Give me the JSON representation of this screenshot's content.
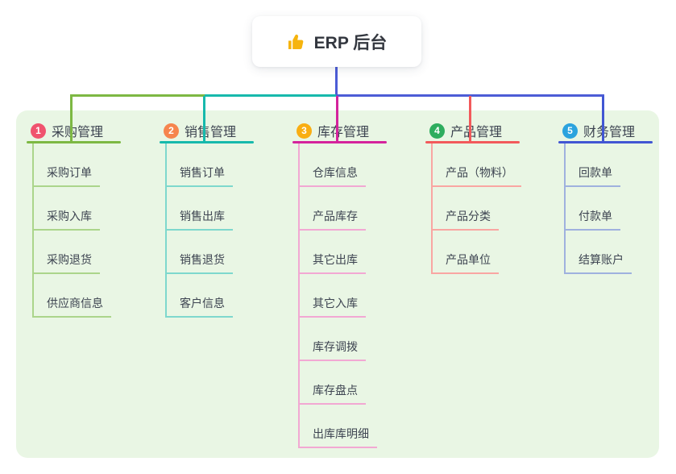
{
  "root": {
    "label": "ERP 后台",
    "icon": "thumbs-up-icon",
    "icon_color": "#f6b40e"
  },
  "colors": {
    "page_bg": "#ffffff",
    "panel_bg": "#e9f6e4",
    "trunk_blue": "#4c5cd6",
    "text_dark": "#33373f",
    "text_node": "#3d4451"
  },
  "branches": [
    {
      "num": "1",
      "title": "采购管理",
      "badge_color": "#f0536e",
      "line_color": "#7db843",
      "child_line_color": "#abd58b",
      "items": [
        "采购订单",
        "采购入库",
        "采购退货",
        "供应商信息"
      ]
    },
    {
      "num": "2",
      "title": "销售管理",
      "badge_color": "#f6854e",
      "line_color": "#17b9ac",
      "child_line_color": "#7ed8cd",
      "items": [
        "销售订单",
        "销售出库",
        "销售退货",
        "客户信息"
      ]
    },
    {
      "num": "3",
      "title": "库存管理",
      "badge_color": "#f9ae13",
      "line_color": "#d4239c",
      "child_line_color": "#f2a8d3",
      "items": [
        "仓库信息",
        "产品库存",
        "其它出库",
        "其它入库",
        "库存调拨",
        "库存盘点",
        "出库库明细"
      ]
    },
    {
      "num": "4",
      "title": "产品管理",
      "badge_color": "#2ead5e",
      "line_color": "#f25a5b",
      "child_line_color": "#f9a6a2",
      "items": [
        "产品（物料）",
        "产品分类",
        "产品单位"
      ]
    },
    {
      "num": "5",
      "title": "财务管理",
      "badge_color": "#2ba3de",
      "line_color": "#4156d3",
      "child_line_color": "#9fb1de",
      "items": [
        "回款单",
        "付款单",
        "结算账户"
      ]
    }
  ]
}
